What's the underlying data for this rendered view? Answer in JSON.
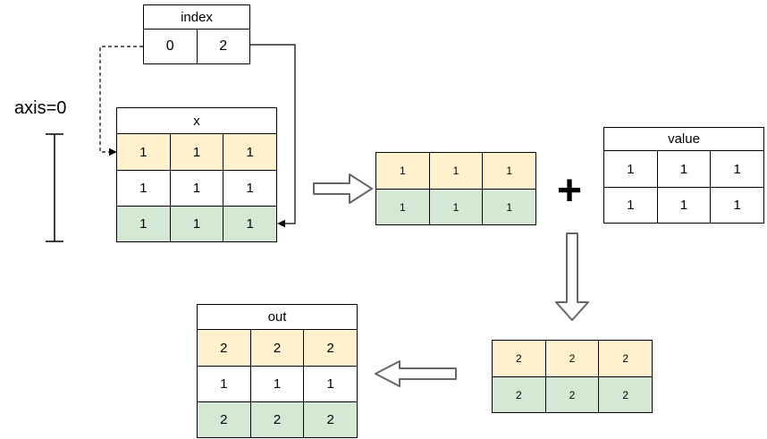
{
  "colors": {
    "yellow": "#FFF2CC",
    "green": "#D5E8D4",
    "white": "#FFFFFF",
    "border": "#000000",
    "arrow_outline": "#666666"
  },
  "axis": {
    "label": "axis=0"
  },
  "operator": {
    "plus": "+"
  },
  "tables": {
    "index": {
      "title": "index",
      "rows": [
        {
          "color": "white",
          "cells": [
            "0",
            "2"
          ]
        }
      ]
    },
    "x": {
      "title": "x",
      "rows": [
        {
          "color": "yellow",
          "cells": [
            "1",
            "1",
            "1"
          ]
        },
        {
          "color": "white",
          "cells": [
            "1",
            "1",
            "1"
          ]
        },
        {
          "color": "green",
          "cells": [
            "1",
            "1",
            "1"
          ]
        }
      ]
    },
    "gathered": {
      "rows": [
        {
          "color": "yellow",
          "cells": [
            "1",
            "1",
            "1"
          ]
        },
        {
          "color": "green",
          "cells": [
            "1",
            "1",
            "1"
          ]
        }
      ]
    },
    "value": {
      "title": "value",
      "rows": [
        {
          "color": "white",
          "cells": [
            "1",
            "1",
            "1"
          ]
        },
        {
          "color": "white",
          "cells": [
            "1",
            "1",
            "1"
          ]
        }
      ]
    },
    "sum": {
      "rows": [
        {
          "color": "yellow",
          "cells": [
            "2",
            "2",
            "2"
          ]
        },
        {
          "color": "green",
          "cells": [
            "2",
            "2",
            "2"
          ]
        }
      ]
    },
    "out": {
      "title": "out",
      "rows": [
        {
          "color": "yellow",
          "cells": [
            "2",
            "2",
            "2"
          ]
        },
        {
          "color": "white",
          "cells": [
            "1",
            "1",
            "1"
          ]
        },
        {
          "color": "green",
          "cells": [
            "2",
            "2",
            "2"
          ]
        }
      ]
    }
  }
}
